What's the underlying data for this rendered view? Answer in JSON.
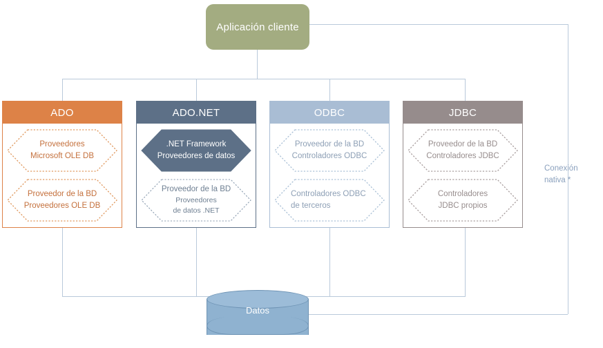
{
  "diagram": {
    "client": {
      "label": "Aplicación cliente"
    },
    "native": {
      "line1": "Conexión",
      "line2": "nativa *"
    },
    "database": {
      "label": "Datos"
    },
    "columns": [
      {
        "id": "ado",
        "header": "ADO",
        "accent": "#dd8247",
        "nodes": [
          {
            "line1": "Proveedores",
            "line2": "Microsoft OLE DB",
            "line3": "",
            "filled": false,
            "align": "center"
          },
          {
            "line1": "Proveedor de la BD",
            "line2": "Proveedores OLE DB",
            "line3": "",
            "filled": false,
            "align": "center"
          }
        ]
      },
      {
        "id": "adonet",
        "header": "ADO.NET",
        "accent": "#5d7087",
        "nodes": [
          {
            "line1": ".NET Framework",
            "line2": "Proveedores de datos",
            "line3": "",
            "filled": true,
            "align": "center"
          },
          {
            "line1": "Proveedor de la BD",
            "line2": "Proveedores",
            "line3": "de datos .NET",
            "filled": false,
            "align": "center"
          }
        ]
      },
      {
        "id": "odbc",
        "header": "ODBC",
        "accent": "#a9bdd4",
        "nodes": [
          {
            "line1": "Proveedor de la BD",
            "line2": "Controladores ODBC",
            "line3": "",
            "filled": false,
            "align": "center"
          },
          {
            "line1": "Controladores ODBC",
            "line2": "de terceros",
            "line3": "",
            "filled": false,
            "align": "left"
          }
        ]
      },
      {
        "id": "jdbc",
        "header": "JDBC",
        "accent": "#968c8c",
        "nodes": [
          {
            "line1": "Proveedor de la BD",
            "line2": "Controladores JDBC",
            "line3": "",
            "filled": false,
            "align": "center"
          },
          {
            "line1": "Controladores",
            "line2": "JDBC propios",
            "line3": "",
            "filled": false,
            "align": "center"
          }
        ]
      }
    ],
    "colors": {
      "client_fill": "#a3ac81",
      "connector": "#b9c9da",
      "database_fill": "#8fb2d0",
      "database_stroke": "#6e93b4",
      "native_text": "#8aa0bd"
    }
  }
}
